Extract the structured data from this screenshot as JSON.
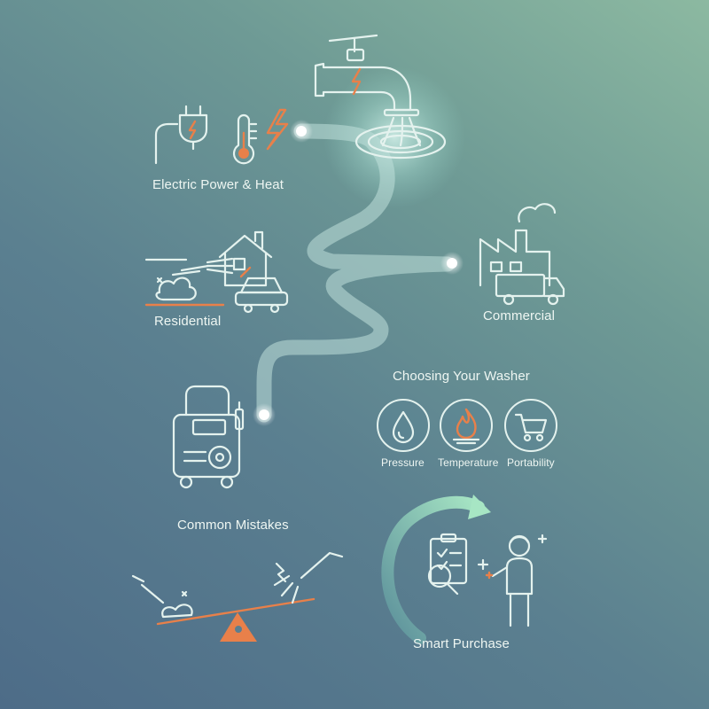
{
  "colors": {
    "accent": "#e8804a",
    "line": "#e4f2ee",
    "path": "#bfe0da",
    "glow": "#d9fbf2"
  },
  "sections": {
    "electric": "Electric Power & Heat",
    "residential": "Residential",
    "commercial": "Commercial",
    "choosing": "Choosing Your Washer",
    "mistakes": "Common Mistakes",
    "purchase": "Smart Purchase"
  },
  "factors": [
    {
      "label": "Pressure",
      "icon": "water-drop-icon"
    },
    {
      "label": "Temperature",
      "icon": "flame-icon"
    },
    {
      "label": "Portability",
      "icon": "cart-icon"
    }
  ]
}
